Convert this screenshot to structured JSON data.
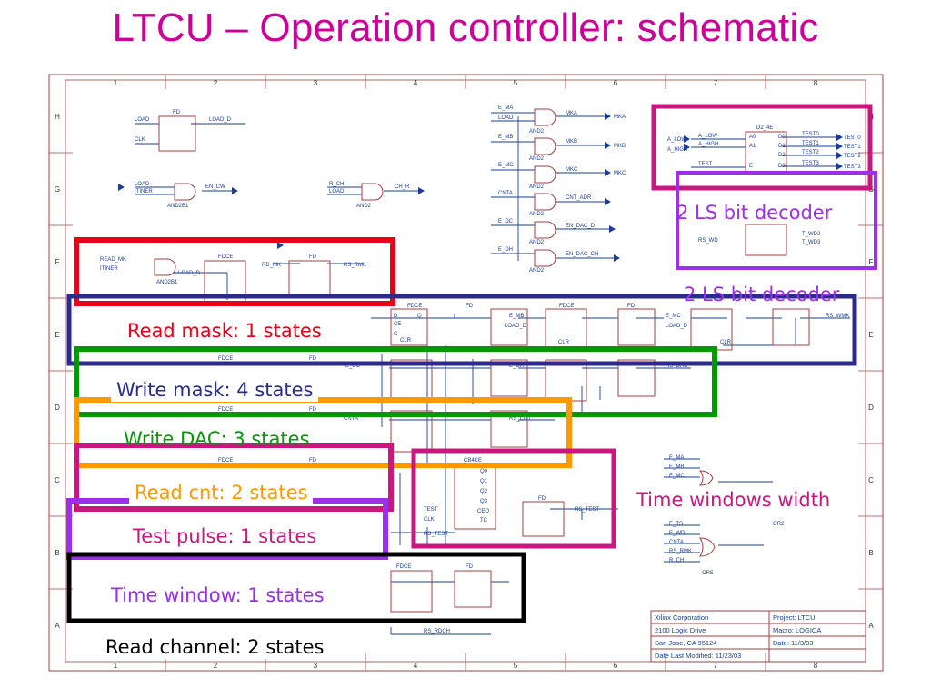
{
  "slide": {
    "title": "LTCU – Operation controller: schematic"
  },
  "sheet": {
    "col_labels": [
      "1",
      "2",
      "3",
      "4",
      "5",
      "6",
      "7",
      "8"
    ],
    "row_labels": [
      "H",
      "G",
      "F",
      "E",
      "D",
      "C",
      "B",
      "A"
    ],
    "title_block": {
      "company": "Xilinx Corporation",
      "address": "2100 Logic Drive",
      "city": "San Jose, CA 95124",
      "modified": "Date Last Modified: 11/23/03",
      "project": "Project: LTCU",
      "macro": "Macro: LOGICA",
      "date": "Date: 11/3/03"
    }
  },
  "schematic_text": {
    "fd": "FD",
    "fdce": "FDCE",
    "cb4ce": "CB4CE",
    "d2_4e": "D2_4E",
    "and2": "AND2",
    "and2b1": "AND2B1",
    "or2": "OR2",
    "or5": "OR5",
    "load": "LOAD",
    "load_d": "LOAD_D",
    "clk": "CLK",
    "itiner": "ITINER",
    "en_cw": "EN_CW",
    "r_ch": "R_CH",
    "ch_r": "CH_R",
    "e_ma": "E_MA",
    "e_mb": "E_MB",
    "e_mc": "E_MC",
    "cnta": "CNTA",
    "e_dc": "E_DC",
    "e_dh": "E_DH",
    "mka": "MKA",
    "mkb": "MKB",
    "mkc": "MKC",
    "cnt_adr": "CNT_ADR",
    "en_dac_d": "EN_DAC_D",
    "en_dac_ch": "EN_DAC_CH",
    "a_low": "A_LOW",
    "a_high": "A_HIGH",
    "test": "TEST",
    "test0": "TEST0",
    "test1": "TEST1",
    "test2": "TEST2",
    "test3": "TEST3",
    "rs_wd": "RS_WD",
    "t_wd2": "T_WD2",
    "t_wd3": "T_WD3",
    "read_mk": "READ_MK",
    "rd_mk": "RD_MK",
    "rs_rmk": "RS_RMK",
    "rs_wmk": "RS_WMK",
    "rs_dac": "RS_DAC",
    "rs_cnt": "RS_CNT",
    "rs_test": "RS_TEST",
    "rs_rdch": "RS_RDCH",
    "e_ts": "E_TS",
    "e_wd": "E_WD",
    "rs_rmk2": "RS_RMK",
    "pins_d": "D",
    "pins_q": "Q",
    "pins_ce": "CE",
    "pins_clr": "CLR",
    "pins_c": "C",
    "pins_a0": "A0",
    "pins_a1": "A1",
    "pins_e": "E",
    "pins_d0": "D0",
    "pins_d1": "D1",
    "pins_d2": "D2",
    "pins_d3": "D3",
    "pins_q0": "Q0",
    "pins_q1": "Q1",
    "pins_q2": "Q2",
    "pins_q3": "Q3",
    "pins_ceo": "CEO",
    "pins_tc": "TC"
  },
  "callouts": {
    "read_mask": "Read mask: 1 states",
    "write_mask": "Write mask: 4 states",
    "write_dac": "Write DAC: 3 states",
    "read_cnt": "Read cnt: 2 states",
    "test_pulse": "Test pulse: 1 states",
    "time_window": "Time window: 1 states",
    "read_channel": "Read channel: 2 states",
    "time_windows_width": "Time windows width",
    "decoder_1": "2 LS bit decoder",
    "decoder_2": "2 LS bit decoder"
  },
  "colors": {
    "title": "#cc0099",
    "border": "#a04040",
    "wire": "#1a3d99",
    "symbol": "#a04040",
    "box_red": "#e8001a",
    "box_navy": "#2b2b8f",
    "box_green": "#009a00",
    "box_orange": "#ff9900",
    "box_magenta": "#c8187f",
    "box_purple": "#9b30e8",
    "box_black": "#000000"
  }
}
